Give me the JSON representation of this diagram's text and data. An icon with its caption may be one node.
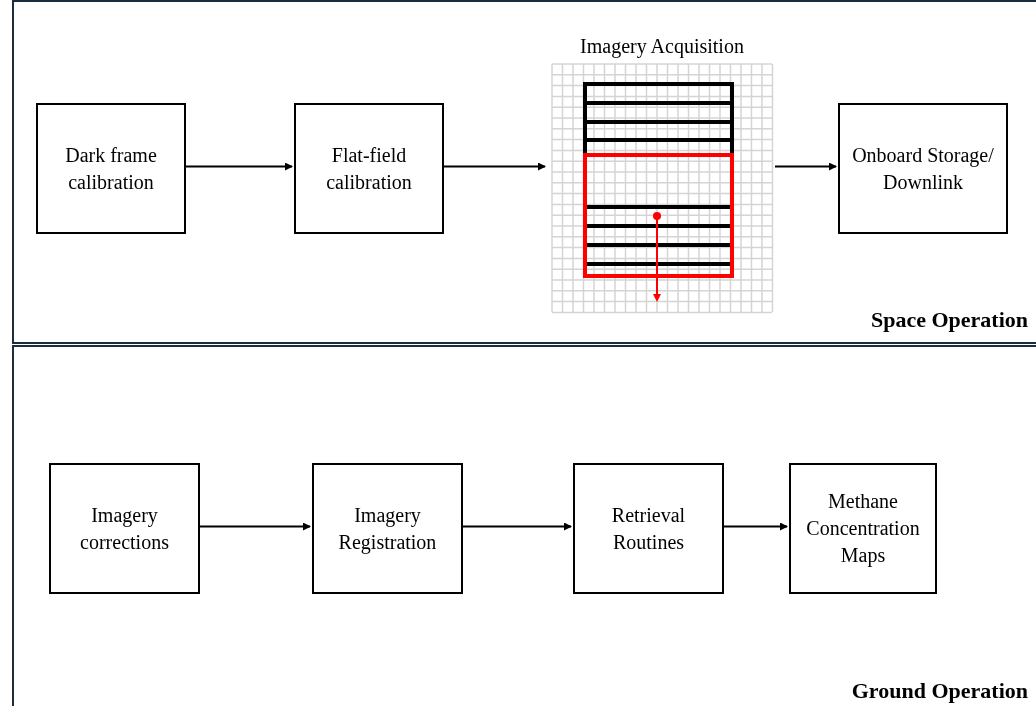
{
  "diagram": {
    "nodes": [
      {
        "text": [
          "Space Operation"
        ]
      },
      {
        "text": [
          "Dark frame calibration"
        ],
        "in": 0
      },
      {
        "text": [
          "Flat-field calibration"
        ],
        "in": 0
      },
      {
        "text": [
          "Imagery Acquisition"
        ],
        "in": 0
      },
      {
        "text": [
          "Onboard Storage/ Downlink"
        ],
        "in": 0
      },
      {
        "text": [
          "Ground Operation"
        ]
      },
      {
        "text": [
          "Imagery corrections"
        ],
        "in": 5
      },
      {
        "text": [
          "Imagery Registration"
        ],
        "in": 5
      },
      {
        "text": [
          "Retrieval Routines"
        ],
        "in": 5
      },
      {
        "text": [
          "Methane Concentration Maps"
        ],
        "in": 5
      }
    ],
    "edges": [
      {
        "from": 1,
        "to": 2,
        "arrow": "to"
      },
      {
        "from": 2,
        "to": 3,
        "arrow": "to"
      },
      {
        "from": 3,
        "to": 4,
        "arrow": "to"
      },
      {
        "from": 6,
        "to": 7,
        "arrow": "to"
      },
      {
        "from": 7,
        "to": 8,
        "arrow": "to"
      },
      {
        "from": 8,
        "to": 9,
        "arrow": "to"
      }
    ]
  }
}
